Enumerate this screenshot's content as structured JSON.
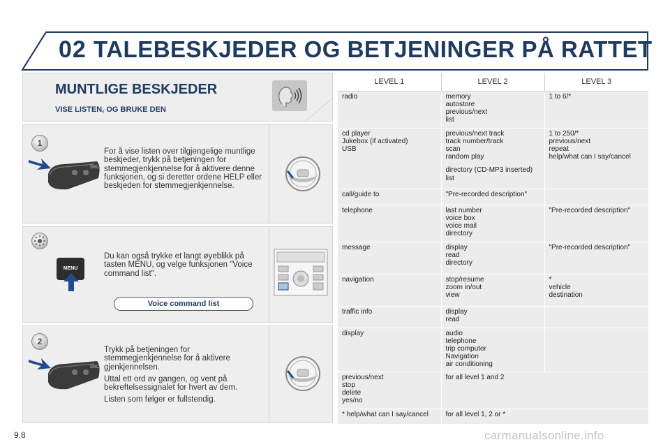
{
  "header": {
    "number": "02",
    "title": "TALEBESKJEDER OG BETJENINGER PÅ RATTET"
  },
  "section": {
    "title": "MUNTLIGE BESKJEDER",
    "subtitle": "VISE LISTEN, OG BRUKE DEN"
  },
  "step1": {
    "badge": "1",
    "text": "For å vise listen over tilgjengelige muntlige beskjeder, trykk på betjeningen for stemmegjenkjennelse for å aktivere denne funksjonen, og si deretter ordene HELP eller beskjeden for stemmegjenkjennelse."
  },
  "tip": {
    "text": "Du kan også trykke et langt øyeblikk på tasten MENU, og velge funksjonen \"Voice command list\".",
    "menu_label": "MENU",
    "button_label": "Voice command list"
  },
  "step2": {
    "badge": "2",
    "p1": "Trykk på betjeningen for stemmegjenkjennelse for å aktivere gjenkjennelsen.",
    "p2": "Uttal ett ord av gangen, og vent på bekreftelsessignalet for hvert av dem.",
    "p3": "Listen som følger er fullstendig."
  },
  "table": {
    "headers": [
      "LEVEL 1",
      "LEVEL 2",
      "LEVEL 3"
    ],
    "rows": [
      {
        "l1": [
          "radio"
        ],
        "l2": [
          "memory",
          "autostore",
          "previous/next",
          "list"
        ],
        "l3": [
          "1 to 6/*"
        ]
      },
      {
        "l1": [
          "cd player",
          "Jukebox (if activated)",
          "USB"
        ],
        "l2": [
          "previous/next track",
          "track number/track",
          "scan",
          "random play",
          "",
          "directory (CD-MP3 inserted)",
          "list"
        ],
        "l3": [
          "1 to 250/*",
          "previous/next",
          "repeat",
          "help/what can I say/cancel"
        ]
      },
      {
        "l1": [
          "call/guide to"
        ],
        "l2": [
          "\"Pre-recorded description\""
        ],
        "l3": []
      },
      {
        "l1": [
          "telephone"
        ],
        "l2": [
          "last number",
          "voice box",
          "voice mail",
          "directory"
        ],
        "l3": [
          "\"Pre-recorded description\""
        ]
      },
      {
        "l1": [
          "message"
        ],
        "l2": [
          "display",
          "read",
          "directory"
        ],
        "l3": [
          "\"Pre-recorded description\""
        ]
      },
      {
        "l1": [
          "navigation"
        ],
        "l2": [
          "stop/resume",
          "zoom in/out",
          "view"
        ],
        "l3": [
          "*",
          "vehicle",
          "destination"
        ]
      },
      {
        "l1": [
          "traffic info"
        ],
        "l2": [
          "display",
          "read"
        ],
        "l3": []
      },
      {
        "l1": [
          "display"
        ],
        "l2": [
          "audio",
          "telephone",
          "trip computer",
          "Navigation",
          "air conditioning"
        ],
        "l3": []
      },
      {
        "l1": [
          "previous/next",
          "stop",
          "delete",
          "yes/no"
        ],
        "l2": [
          "for all level 1 and 2"
        ],
        "l3": null
      },
      {
        "l1": [
          "* help/what can I say/cancel"
        ],
        "l2": [
          "for all level 1, 2 or *"
        ],
        "l3": null
      }
    ]
  },
  "page_number": "9.8",
  "watermark": "carmanualsonline.info"
}
